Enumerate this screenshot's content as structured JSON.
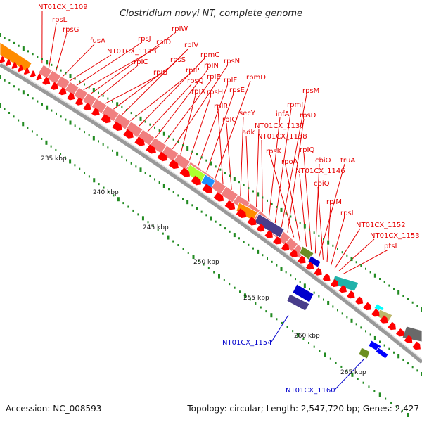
{
  "title": "Clostridium novyi NT, complete genome",
  "footer": {
    "accession": "Accession: NC_008593",
    "summary": "Topology: circular; Length: 2,547,720 bp; Genes: 2,427"
  },
  "colors": {
    "gene_arrow": "#ff0000",
    "gene_label": "#e60000",
    "cds_band": "#f08080",
    "band_edge": "#ffffff",
    "backbone": "#999999",
    "tick": "#228b22",
    "minus_strand_gene": "#0000cc",
    "minus_strand_label": "#0000cc"
  },
  "gene_labels_top": [
    "NT01CX_1109",
    "rpsL",
    "rpsG",
    "fusA",
    "NT01CX_1113",
    "rpsJ",
    "rpID",
    "rpIW",
    "rpIC",
    "rpIB",
    "rpsS",
    "rpIV",
    "rpIP",
    "rpmC",
    "rpsQ",
    "rpIN",
    "rpIE",
    "rpsN",
    "rpIX",
    "rpsH",
    "rpIF",
    "rpsE",
    "rpmD",
    "rpIR",
    "rpIO",
    "secY",
    "adk",
    "NT01CX_1137",
    "NT01CX_1138",
    "infA",
    "rpmJ",
    "rpsM",
    "rpsD",
    "rpsK",
    "rpoA",
    "NT01CX_1146",
    "rpIQ",
    "cbiO",
    "truA",
    "cbiQ",
    "rpIM",
    "rpsI",
    "NT01CX_1152",
    "NT01CX_1153",
    "ptsI"
  ],
  "gene_labels_bottom": [
    "NT01CX_1154",
    "NT01CX_1160"
  ],
  "kbp_labels": [
    "235 kbp",
    "240 kbp",
    "245 kbp",
    "250 kbp",
    "255 kbp",
    "260 kbp",
    "265 kbp"
  ]
}
